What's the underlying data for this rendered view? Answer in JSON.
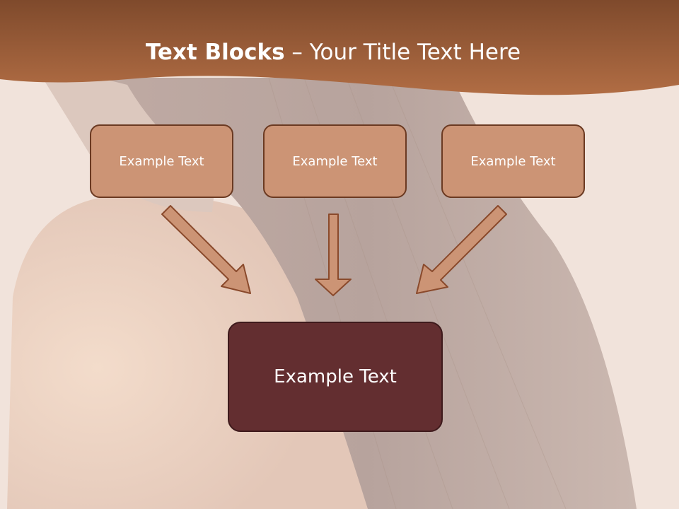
{
  "title": {
    "bold": "Text Blocks",
    "rest": " – Your Title Text Here"
  },
  "boxes": [
    {
      "label": "Example Text"
    },
    {
      "label": "Example Text"
    },
    {
      "label": "Example Text"
    }
  ],
  "center": {
    "label": "Example Text"
  },
  "colors": {
    "banner": "#a8643d",
    "box_fill": "#cc9475",
    "box_border": "#6b3a22",
    "center_fill": "#632e30",
    "arrow_fill": "#cc9475",
    "arrow_stroke": "#8a4a2c"
  }
}
